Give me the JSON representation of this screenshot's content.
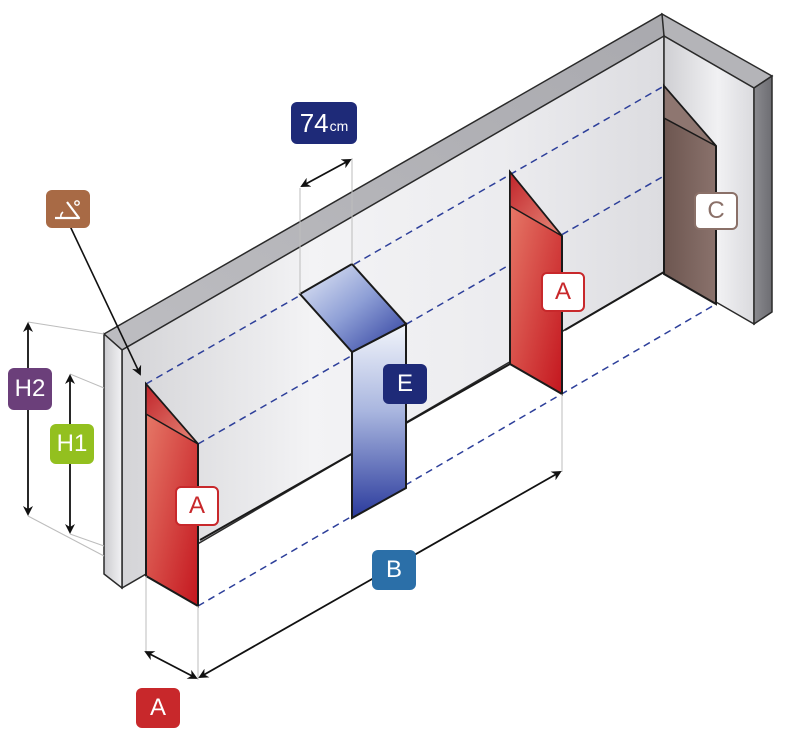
{
  "colors": {
    "red": "#c8282b",
    "navy": "#1e2a78",
    "purple": "#6b3f7a",
    "green": "#93c01f",
    "blue_b": "#2b6fa8",
    "brown": "#a86a45",
    "c_border": "#8a7068",
    "c_text": "#8a7068",
    "wall_dark": "#7d7d81",
    "dash": "#2d3f9a"
  },
  "labels": {
    "width_value": "74",
    "width_unit": "cm",
    "H2": "H2",
    "H1": "H1",
    "A_front": "A",
    "A_middle": "A",
    "C": "C",
    "E": "E",
    "B": "B",
    "A_bottom": "A"
  },
  "icons": {
    "angle": "angle-protractor-icon"
  }
}
